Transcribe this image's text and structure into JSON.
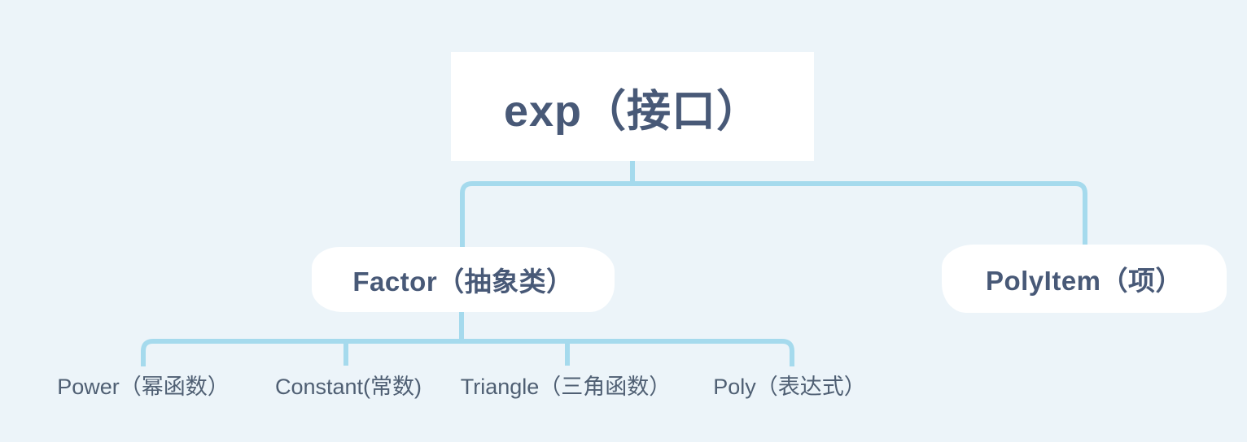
{
  "theme": {
    "background": "#ecf4f9",
    "connector": "#a5daed",
    "node_fill": "#ffffff",
    "node_text": "#485977",
    "leaf_text": "#4f5f73"
  },
  "mindmap": {
    "root": {
      "label": "exp（接口）"
    },
    "level1": [
      {
        "id": "factor",
        "label": "Factor（抽象类）"
      },
      {
        "id": "polyitem",
        "label": "PolyItem（项）"
      }
    ],
    "level2": [
      {
        "id": "power",
        "label": "Power（幂函数）"
      },
      {
        "id": "constant",
        "label": "Constant(常数)"
      },
      {
        "id": "triangle",
        "label": "Triangle（三角函数）"
      },
      {
        "id": "poly",
        "label": "Poly（表达式）"
      }
    ]
  }
}
